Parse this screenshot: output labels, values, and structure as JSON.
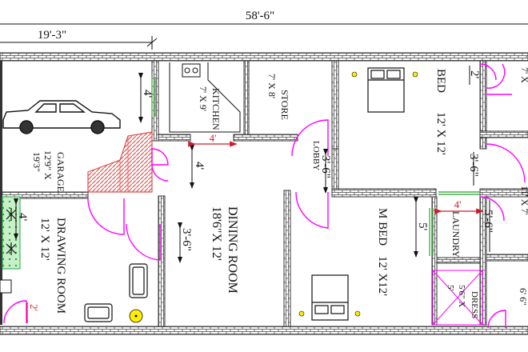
{
  "dimensions": {
    "total_width": "58'-6\"",
    "left_width": "19'-3\""
  },
  "rooms": {
    "garage": {
      "name": "GARAGE",
      "size_line1": "12'9\" X",
      "size_line2": "19'3\""
    },
    "kitchen": {
      "name": "KITCHEN",
      "size": "7' X 9'"
    },
    "store": {
      "name": "STORE",
      "size_line1": "7' X 8'",
      "size_line2": ""
    },
    "lobby": {
      "name": "LOBBY"
    },
    "bed": {
      "name": "BED",
      "size": "12' X 12'"
    },
    "dining": {
      "name": "DINING ROOM",
      "size": "18'6\"X 12'"
    },
    "mbed": {
      "name": "M BED",
      "size": "12' X12'"
    },
    "laundry": {
      "name": "LAUNDRY"
    },
    "drawing": {
      "name": "DRAWING ROOM",
      "size": "12' X 12'"
    },
    "dress": {
      "name": "DRESS",
      "size_line1": "5'6\" X",
      "size_line2": "5'"
    },
    "right_upper": {
      "text": "7' X"
    },
    "right_middle": {
      "text": "11' X 7'"
    },
    "right_lower": {
      "text": "6' 6\""
    }
  },
  "door_labels": {
    "kitchen_upper": "4'",
    "kitchen_opening": "4'",
    "dining_top": "4'",
    "lobby_door": "3'-6\"",
    "bed_door": "2'",
    "bed_side_door": "3'-6\"",
    "laundry_opening": "4'",
    "laundry_side": "5'",
    "right_side": "5'-6\"",
    "drawing_side": "4'",
    "drawing_door": "3'-6\"",
    "entry_door": "2'"
  },
  "colors": {
    "wall": "#555555",
    "door": "#ff00ff",
    "dimension_red": "#d21a2a",
    "plant_green": "#22aa44",
    "stair_red": "#d9534f",
    "light_yellow": "#ffee00",
    "window_green": "#4caf50"
  }
}
